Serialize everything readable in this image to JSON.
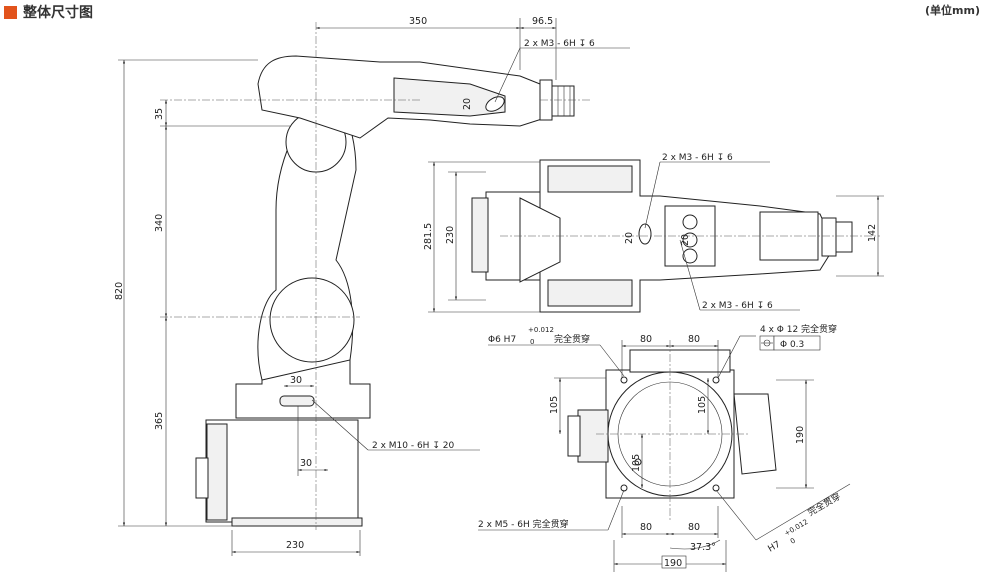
{
  "header": {
    "title": "整体尺寸图",
    "unit": "(单位mm)"
  },
  "side_view": {
    "dims": [
      "350",
      "96.5",
      "35",
      "340",
      "820",
      "365",
      "30",
      "30",
      "230",
      "20"
    ],
    "callouts": {
      "top_thread": "2 x  M3 - 6H ↧ 6",
      "base_thread": "2 x  M10 - 6H ↧ 20"
    }
  },
  "top_view": {
    "dims": [
      "281.5",
      "230",
      "142",
      "20",
      "20"
    ],
    "callouts": {
      "upper": "2 x  M3 - 6H ↧ 6",
      "lower": "2 x  M3 - 6H ↧ 6"
    }
  },
  "base_view": {
    "dims": [
      "80",
      "80",
      "105",
      "105",
      "105",
      "190",
      "80",
      "80",
      "37.3°",
      "190"
    ],
    "callouts": {
      "pin_hole": "Φ6 H7",
      "pin_tol_upper": "+0.012",
      "pin_tol_lower": "0",
      "pin_suffix": "完全贯穿",
      "holes": "4 x  Φ 12 完全贯穿",
      "position_tol": "Φ  0.3",
      "bottom_thread": "2 x  M5 - 6H 完全贯穿",
      "slot": "H7",
      "slot_tol_upper": "+0.012",
      "slot_tol_lower": "0",
      "slot_suffix": "完全贯穿"
    }
  }
}
